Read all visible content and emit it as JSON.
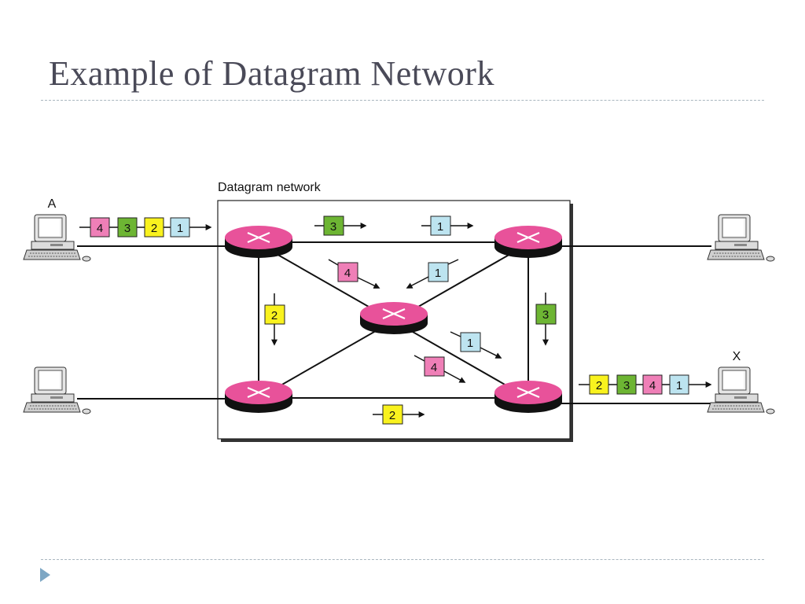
{
  "slide": {
    "title": "Example of Datagram Network"
  },
  "diagram": {
    "network_label": "Datagram network",
    "host_a_label": "A",
    "host_x_label": "X",
    "colors": {
      "router": "#e8529a",
      "router_dark": "#b0286c",
      "packet_1": "#bde4f0",
      "packet_2": "#f9f21e",
      "packet_3": "#6db533",
      "packet_4": "#ef7fb7"
    },
    "packets": {
      "from_a": [
        "4",
        "3",
        "2",
        "1"
      ],
      "to_x": [
        "2",
        "3",
        "4",
        "1"
      ],
      "top_link_3": "3",
      "top_link_1": "1",
      "diag_tl_4": "4",
      "diag_tr_1": "1",
      "left_link_2": "2",
      "right_link_3": "3",
      "diag_br_1": "1",
      "diag_br_4": "4",
      "bottom_link_2": "2"
    }
  }
}
